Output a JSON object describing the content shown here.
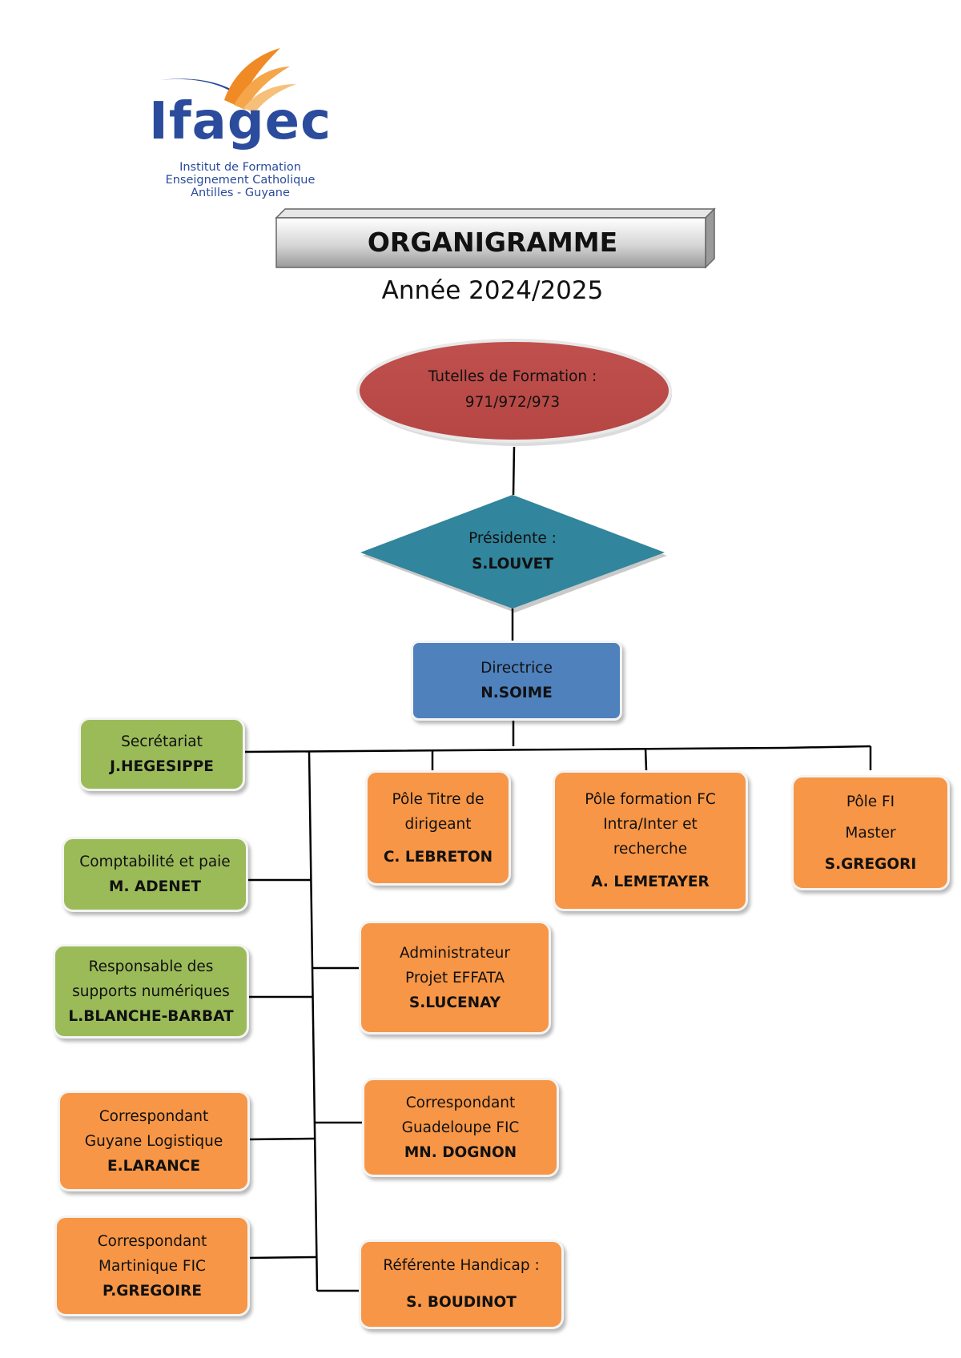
{
  "logo": {
    "name": "Ifagec",
    "tagline": [
      "Institut de Formation",
      "Enseignement Catholique",
      "Antilles - Guyane"
    ]
  },
  "header": {
    "title": "ORGANIGRAMME",
    "year": "Année 2024/2025"
  },
  "nodes": {
    "tutelles": {
      "line1": "Tutelles de Formation :",
      "line2": "971/972/973"
    },
    "presidente": {
      "role": "Présidente :",
      "name": "S.LOUVET"
    },
    "directrice": {
      "role": "Directrice",
      "name": "N.SOIME"
    },
    "secretariat": {
      "role": "Secrétariat",
      "name": "J.HEGESIPPE"
    },
    "comptabilite": {
      "role": "Comptabilité et paie",
      "name": "M. ADENET"
    },
    "numerique": {
      "role1": "Responsable des",
      "role2": "supports numériques",
      "name": "L.BLANCHE-BARBAT"
    },
    "guyane": {
      "role1": "Correspondant",
      "role2": "Guyane Logistique",
      "name": "E.LARANCE"
    },
    "martinique": {
      "role1": "Correspondant",
      "role2": "Martinique   FIC",
      "name": "P.GREGOIRE"
    },
    "pole_titre": {
      "role1": "Pôle Titre de",
      "role2": "dirigeant",
      "name": "C. LEBRETON"
    },
    "pole_fc": {
      "role1": "Pôle formation FC",
      "role2": "Intra/Inter et",
      "role3": "recherche",
      "name": "A. LEMETAYER"
    },
    "pole_fi": {
      "role1": "Pôle FI",
      "role2": "Master",
      "name": "S.GREGORI"
    },
    "effata": {
      "role1": "Administrateur",
      "role2": "Projet EFFATA",
      "name": "S.LUCENAY"
    },
    "guadeloupe": {
      "role1": "Correspondant",
      "role2": "Guadeloupe  FIC",
      "name": "MN. DOGNON"
    },
    "handicap": {
      "role": "Référente Handicap :",
      "name": "S. BOUDINOT"
    }
  },
  "colors": {
    "tutelles": "#c0504d",
    "presidente": "#31859c",
    "directrice": "#4f81bd",
    "support": "#9bbb59",
    "pole": "#f79646",
    "logo_blue": "#2b4b9c",
    "logo_orange": "#f08a24"
  }
}
